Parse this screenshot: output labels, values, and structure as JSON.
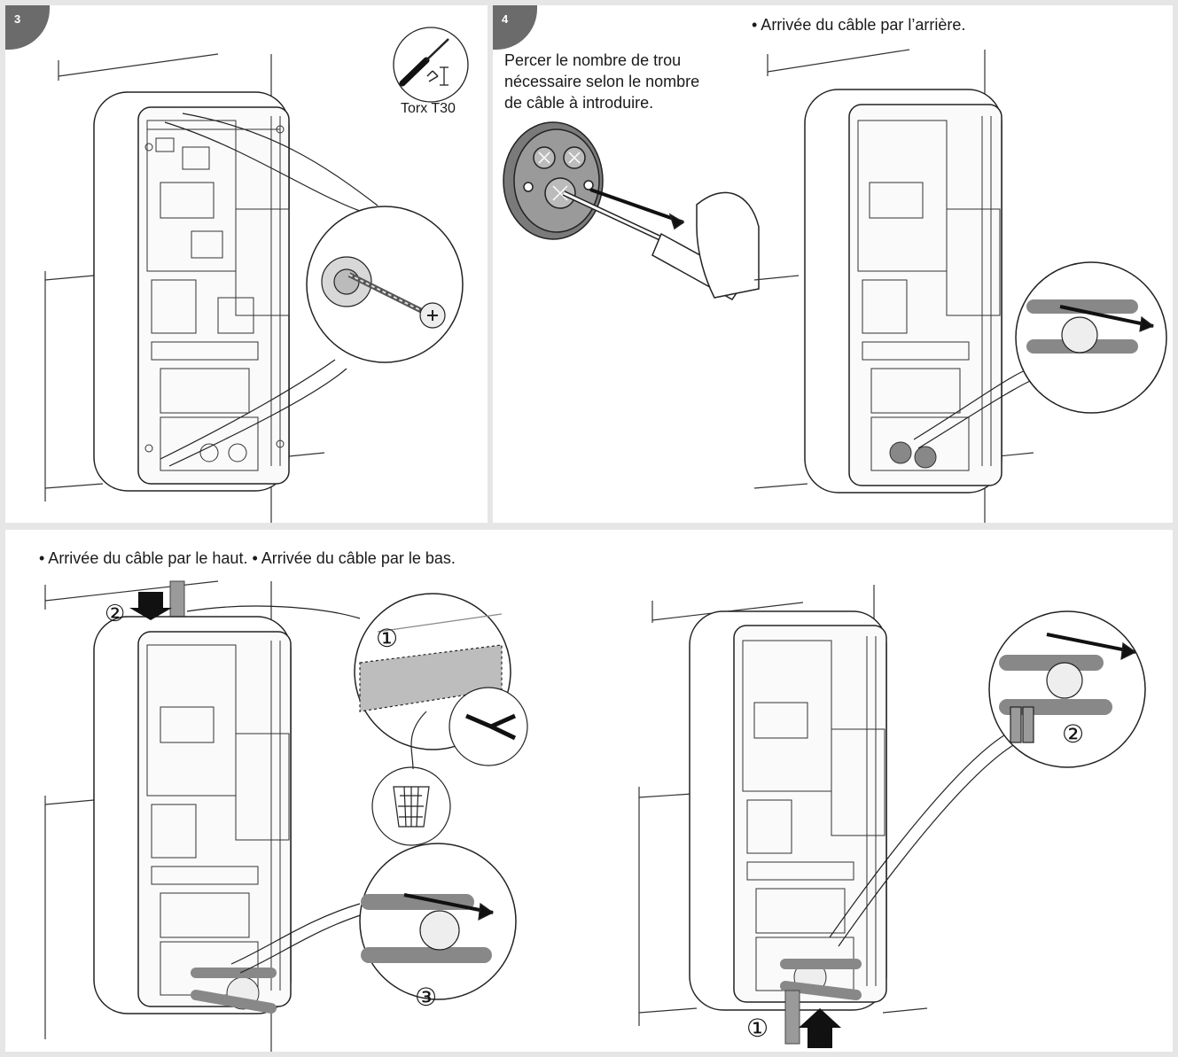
{
  "steps": {
    "step3": {
      "number": "3",
      "tool_label": "Torx T30",
      "tool_icon": "screwdriver-torx-icon"
    },
    "step4": {
      "number": "4",
      "instruction_line1": "Percer le nombre de trou",
      "instruction_line2": "nécessaire selon le nombre",
      "instruction_line3": "de câble à introduire.",
      "rear_entry": "• Arrivée du câble par l’arrière."
    },
    "step5": {
      "top_bottom_entry": "• Arrivée du câble par le haut. • Arrivée du câble par le bas.",
      "top_callouts": [
        "②",
        "①",
        "③"
      ],
      "bottom_callouts": [
        "①",
        "②"
      ]
    }
  },
  "colors": {
    "background": "#e6e6e6",
    "panel": "#ffffff",
    "badge": "#6b6b6b",
    "line": "#222222",
    "cable": "#8a8a8a"
  }
}
